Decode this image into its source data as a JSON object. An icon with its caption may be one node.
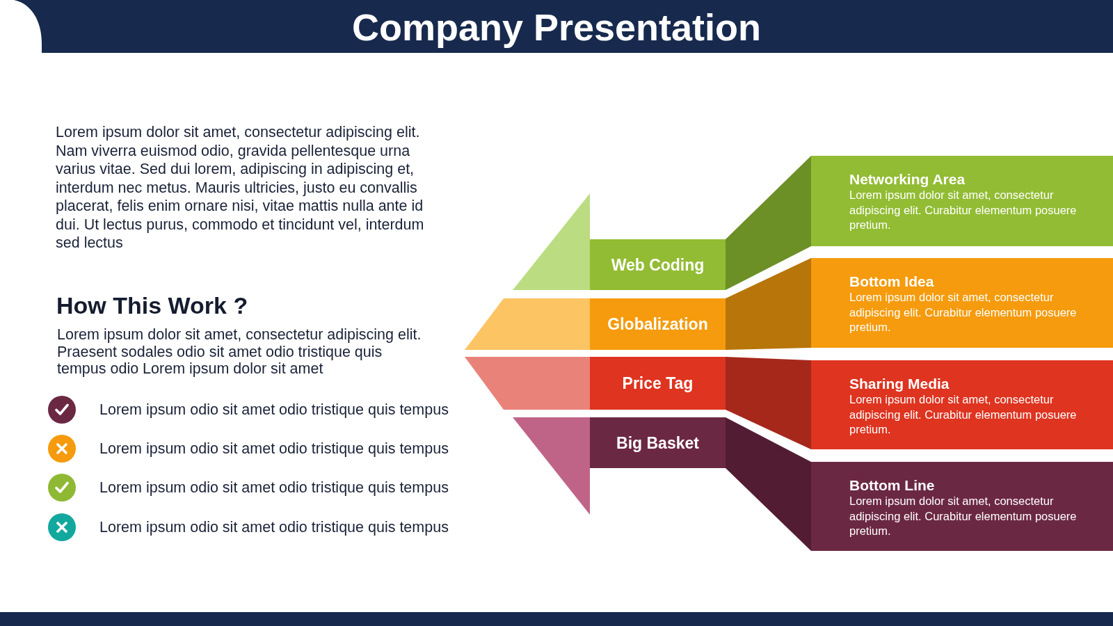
{
  "diagram": {
    "title": "Company Presentation",
    "nodes": [
      {
        "text": [
          "Web Coding"
        ]
      },
      {
        "text": [
          "Globalization"
        ]
      },
      {
        "text": [
          "Price Tag"
        ]
      },
      {
        "text": [
          "Big Basket"
        ]
      },
      {
        "text": [
          "Networking Area",
          "Lorem ipsum dolor sit amet, consectetur adipiscing elit. Curabitur elementum posuere pretium."
        ]
      },
      {
        "text": [
          "Bottom Idea",
          "Lorem ipsum dolor sit amet, consectetur adipiscing elit. Curabitur elementum posuere pretium."
        ]
      },
      {
        "text": [
          "Sharing Media",
          "Lorem ipsum dolor sit amet, consectetur adipiscing elit. Curabitur elementum posuere pretium."
        ]
      },
      {
        "text": [
          "Bottom Line",
          "Lorem ipsum dolor sit amet, consectetur adipiscing elit. Curabitur elementum posuere pretium."
        ]
      }
    ],
    "edges": [
      {
        "from": 0,
        "to": 4,
        "arrow": "none",
        "color": "#6c8f26"
      },
      {
        "from": 1,
        "to": 5,
        "arrow": "none",
        "color": "#b87509"
      },
      {
        "from": 2,
        "to": 6,
        "arrow": "none",
        "color": "#a6281b"
      },
      {
        "from": 3,
        "to": 7,
        "arrow": "none",
        "color": "#521d33"
      }
    ],
    "labels": [
      "Lorem ipsum dolor sit amet, consectetur adipiscing elit. Nam viverra euismod odio, gravida pellentesque urna varius vitae. Sed dui lorem, adipiscing in adipiscing et, interdum nec metus. Mauris ultricies, justo eu convallis placerat, felis enim ornare nisi, vitae mattis nulla ante id dui. Ut lectus purus, commodo et tincidunt vel, interdum sed lectus",
      "How This Work ?",
      "Lorem ipsum dolor sit amet, consectetur adipiscing elit. Praesent sodales odio sit amet odio tristique quis tempus odio Lorem ipsum dolor sit amet",
      "Lorem ipsum odio sit amet odio tristique quis tempus",
      "Lorem ipsum odio sit amet odio tristique quis tempus",
      "Lorem ipsum odio sit amet odio tristique quis tempus",
      "Lorem ipsum odio sit amet odio tristique quis tempus"
    ]
  }
}
